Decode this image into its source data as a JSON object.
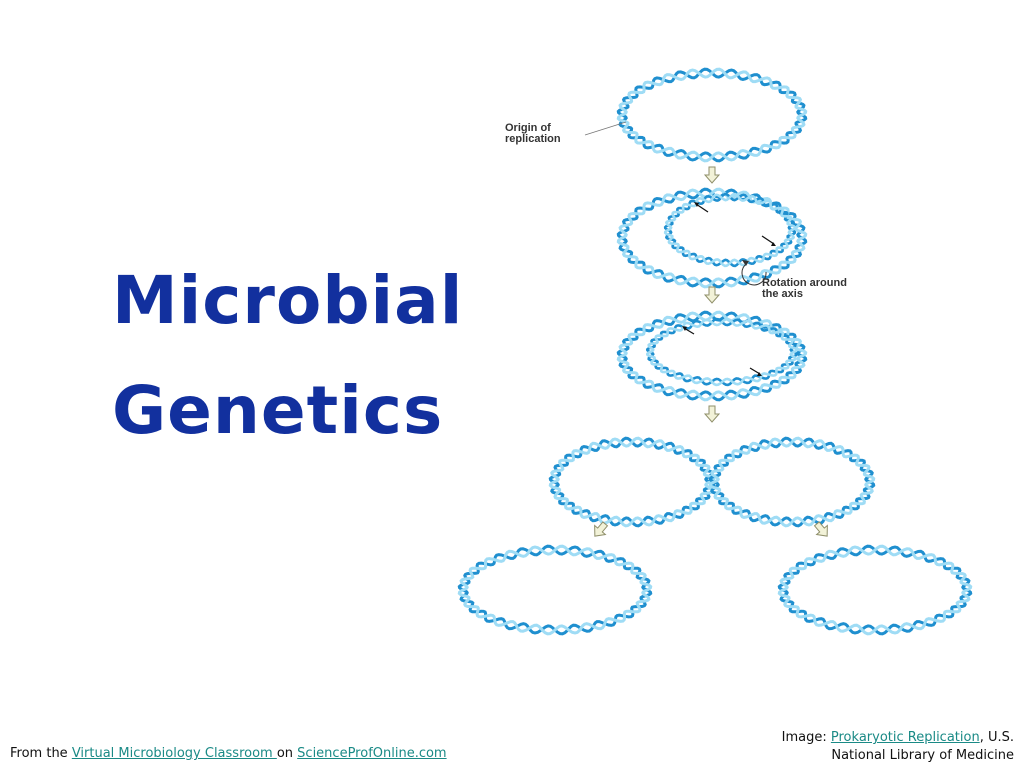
{
  "title": {
    "line1": "Microbial",
    "line2": "Genetics"
  },
  "diagram": {
    "labels": {
      "origin_line1": "Origin of",
      "origin_line2": "replication",
      "rotation_line1": "Rotation around",
      "rotation_line2": "the axis"
    },
    "colors": {
      "dna_dark": "#1f8fcf",
      "dna_light": "#9fdcf5",
      "arrow_outline": "#8f8f6a",
      "arrow_fill": "#f2f2d8"
    }
  },
  "footer": {
    "left": {
      "prefix": "From the ",
      "link1": "Virtual Microbiology Classroom ",
      "middle": "on ",
      "link2": "ScienceProfOnline.com"
    },
    "right": {
      "prefix": "Image: ",
      "link": "Prokaryotic Replication",
      "suffix": ", U.S.",
      "line2": "National Library of Medicine"
    }
  }
}
